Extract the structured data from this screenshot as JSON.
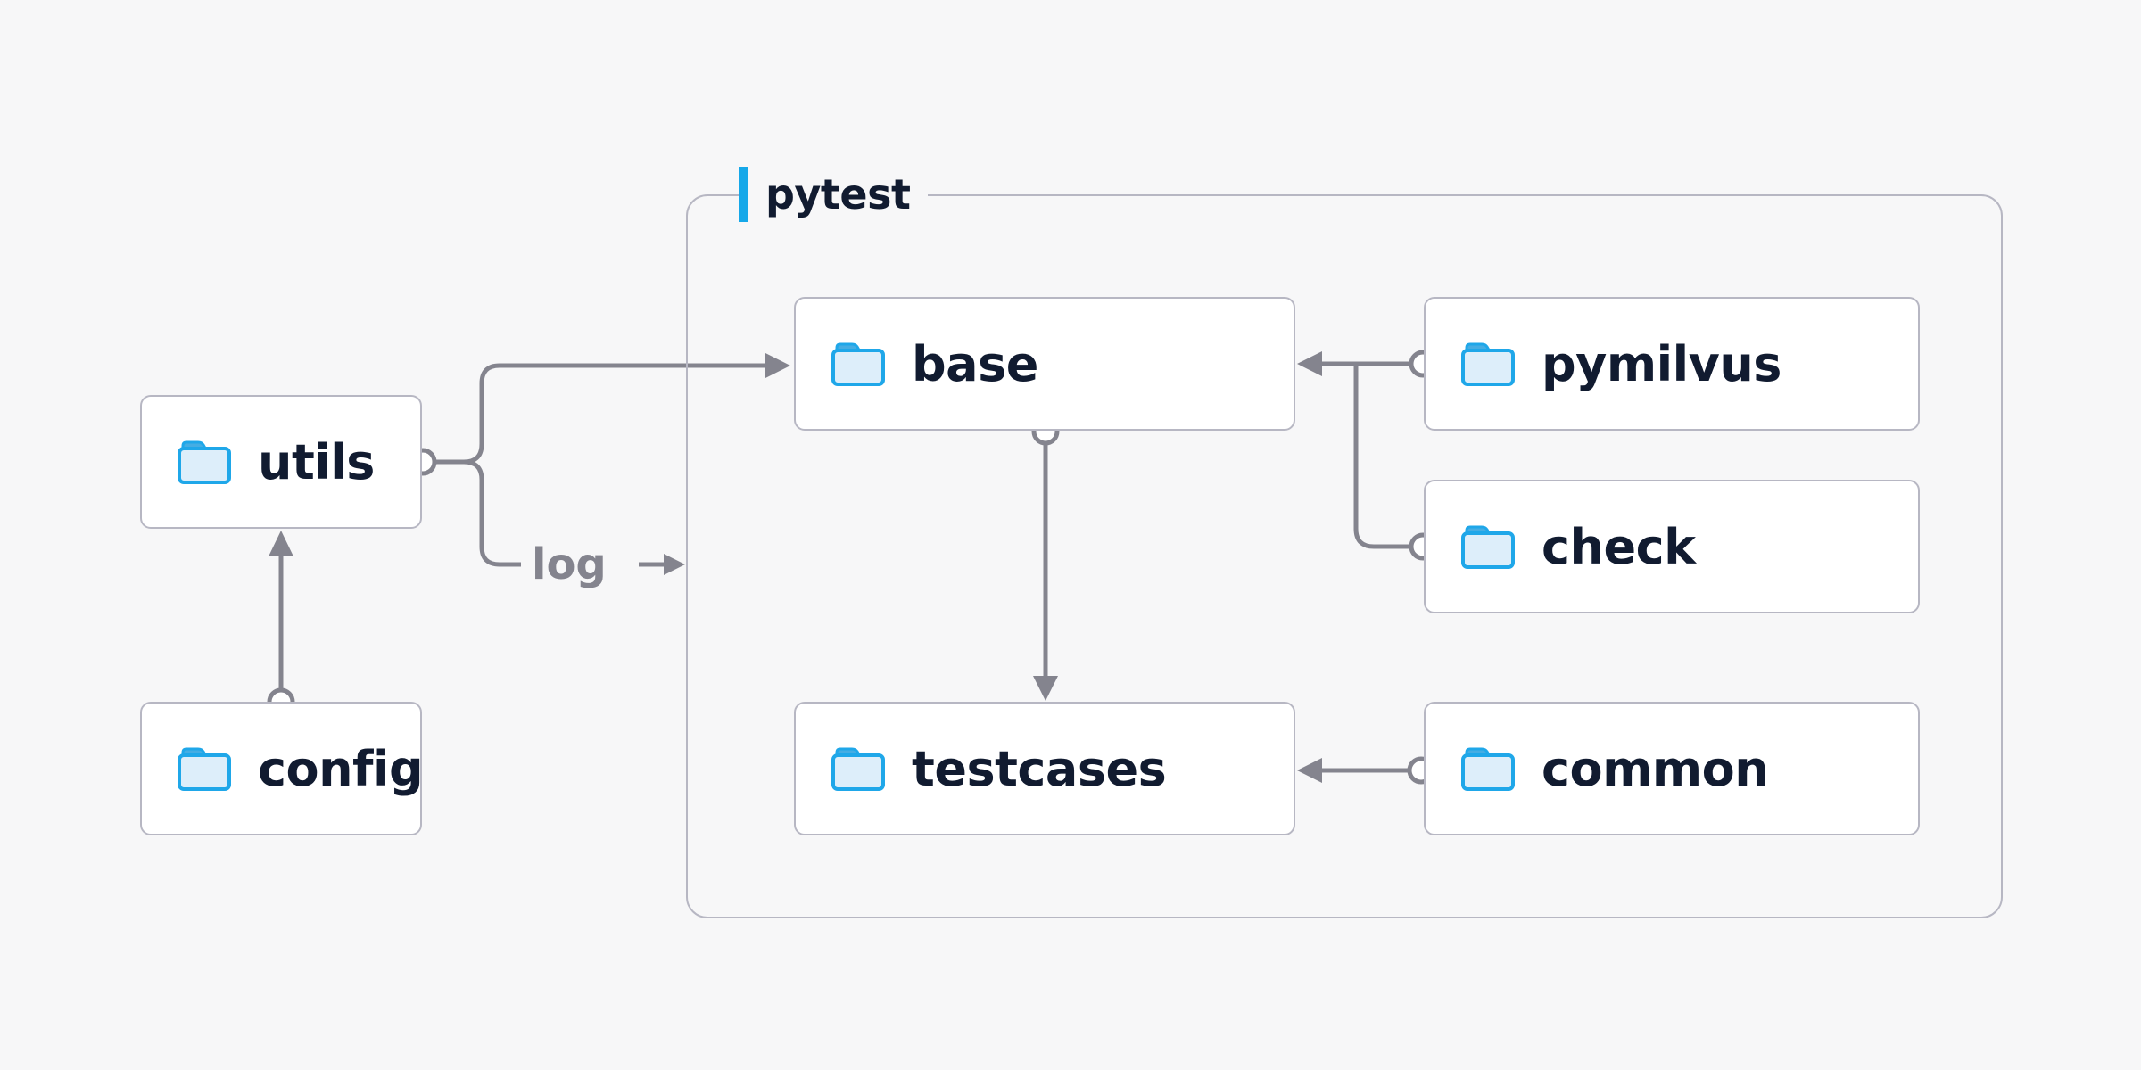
{
  "group": {
    "label": "pytest"
  },
  "nodes": {
    "utils": {
      "label": "utils",
      "icon": "folder"
    },
    "config": {
      "label": "config",
      "icon": "folder"
    },
    "base": {
      "label": "base",
      "icon": "folder"
    },
    "testcases": {
      "label": "testcases",
      "icon": "folder"
    },
    "pymilvus": {
      "label": "pymilvus",
      "icon": "folder"
    },
    "check": {
      "label": "check",
      "icon": "folder"
    },
    "common": {
      "label": "common",
      "icon": "folder"
    }
  },
  "edges": [
    {
      "from": "config",
      "to": "utils"
    },
    {
      "from": "utils",
      "to": "base"
    },
    {
      "from": "utils",
      "to": "log-output",
      "label": "log"
    },
    {
      "from": "pymilvus",
      "to": "base"
    },
    {
      "from": "check",
      "to": "base"
    },
    {
      "from": "base",
      "to": "testcases"
    },
    {
      "from": "common",
      "to": "testcases"
    }
  ],
  "colors": {
    "background": "#f7f7f8",
    "accent_blue": "#16a8e9",
    "folder_stroke": "#1fa7e9",
    "folder_tab": "#45ade3",
    "folder_body": "#ddeefa",
    "line_gray": "#84848e",
    "node_border": "#b7b7c3",
    "text_navy": "#111b30"
  }
}
